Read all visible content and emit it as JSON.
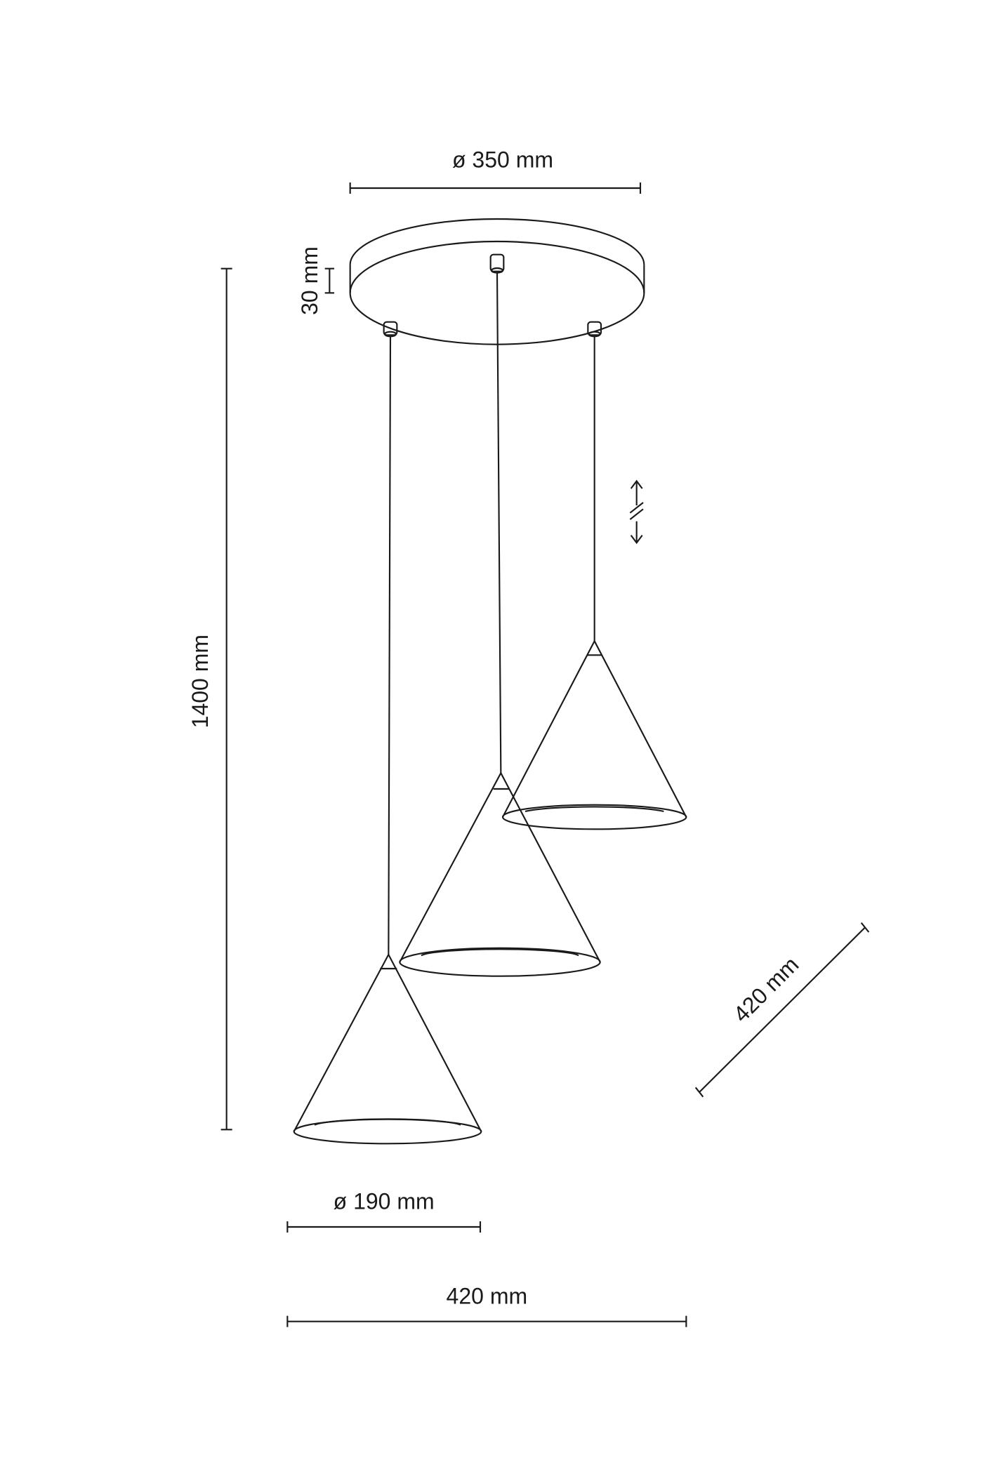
{
  "dimensions": {
    "canopy_diameter": "ø 350 mm",
    "canopy_height": "30 mm",
    "total_height": "1400 mm",
    "shade_diameter": "ø 190 mm",
    "total_width": "420 mm",
    "depth": "420 mm"
  },
  "colors": {
    "line": "#1a1a1a",
    "background": "#ffffff"
  }
}
